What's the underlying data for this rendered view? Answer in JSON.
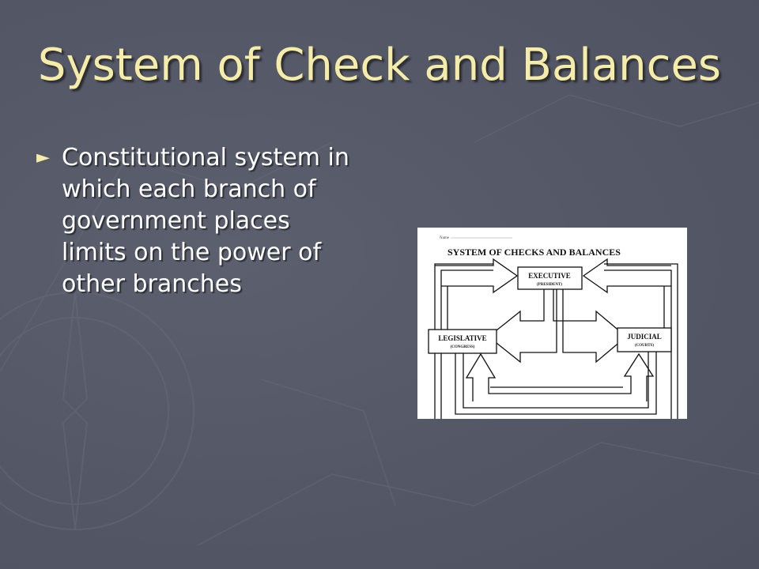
{
  "slide": {
    "title": "System of Check and Balances",
    "bullet": "Constitutional system in which each branch of government places limits on the power of other branches"
  },
  "diagram": {
    "name_label": "Name",
    "heading": "SYSTEM OF CHECKS AND BALANCES",
    "executive": {
      "name": "EXECUTIVE",
      "sub": "(PRESIDENT)"
    },
    "legislative": {
      "name": "LEGISLATIVE",
      "sub": "(CONGRESS)"
    },
    "judicial": {
      "name": "JUDICIAL",
      "sub": "(COURTS)"
    }
  },
  "colors": {
    "background": "#545866",
    "title": "#f5eca8",
    "text": "#ffffff",
    "bullet_marker": "#f5eca8"
  }
}
